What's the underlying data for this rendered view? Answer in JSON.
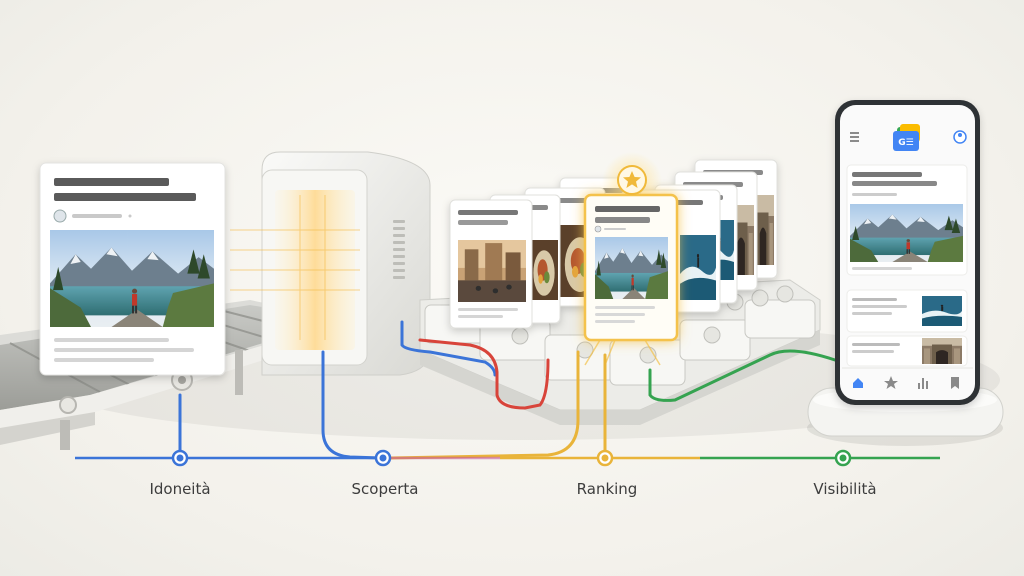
{
  "stages": [
    {
      "label": "Idoneità",
      "color": "#3b74d8"
    },
    {
      "label": "Scoperta",
      "color": "#3b74d8"
    },
    {
      "label": "Ranking",
      "color": "#e9b43a"
    },
    {
      "label": "Visibilità",
      "color": "#35a350"
    }
  ],
  "colors": {
    "blue": "#3b74d8",
    "red": "#d8443a",
    "yellow": "#e9b43a",
    "green": "#35a350",
    "highlight": "#f4c24b"
  },
  "phone": {
    "app_logo_text": "G☰",
    "icons": [
      "menu-icon",
      "google-news-logo",
      "profile-icon",
      "home-icon",
      "star-icon",
      "chart-icon",
      "bookmark-icon"
    ]
  }
}
